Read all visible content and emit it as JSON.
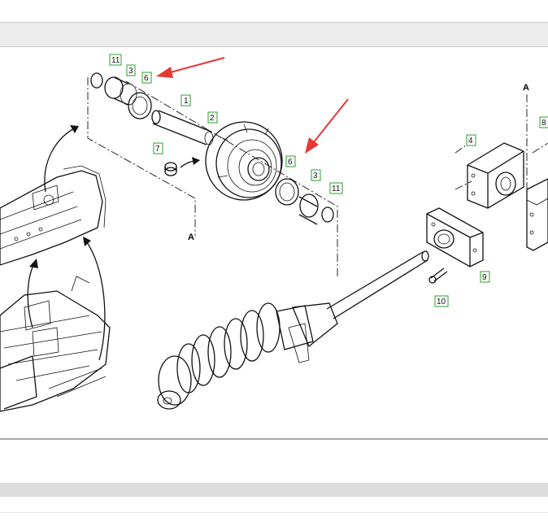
{
  "diagram": {
    "section_label": "A",
    "callouts": [
      {
        "id": "callout-11-top",
        "label": "11"
      },
      {
        "id": "callout-3-top",
        "label": "3"
      },
      {
        "id": "callout-6-top",
        "label": "6"
      },
      {
        "id": "callout-1",
        "label": "1"
      },
      {
        "id": "callout-2",
        "label": "2"
      },
      {
        "id": "callout-7",
        "label": "7"
      },
      {
        "id": "callout-6-bottom",
        "label": "6"
      },
      {
        "id": "callout-3-bottom",
        "label": "3"
      },
      {
        "id": "callout-11-bottom",
        "label": "11"
      },
      {
        "id": "callout-4",
        "label": "4"
      },
      {
        "id": "callout-8",
        "label": "8"
      },
      {
        "id": "callout-9",
        "label": "9"
      },
      {
        "id": "callout-10",
        "label": "10"
      }
    ]
  },
  "colors": {
    "callout_border": "#2aa02a",
    "highlight_arrow": "#e53935",
    "toolbar": "#ececec"
  }
}
